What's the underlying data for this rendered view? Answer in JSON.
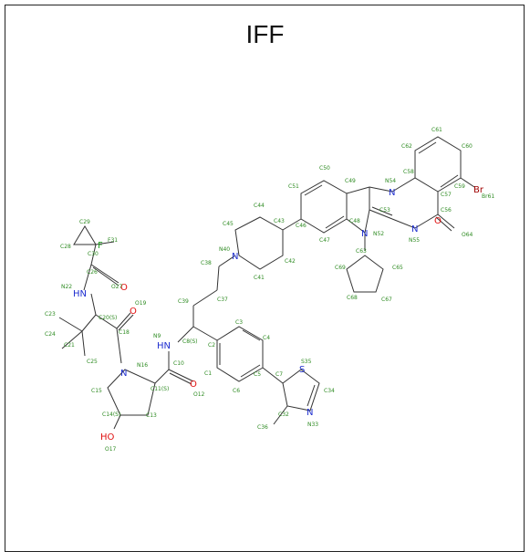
{
  "title": "IFF",
  "colors": {
    "carbon": "#2e8b22",
    "nitrogen": "#1f2fd0",
    "oxygen": "#e01010",
    "bromine": "#a00000",
    "fluorine": "#22a022",
    "bond": "#333333"
  },
  "atom_labels": [
    {
      "id": "F",
      "text": "F",
      "color": "fluorine"
    },
    {
      "id": "NH22",
      "text": "HN",
      "color": "nitrogen"
    },
    {
      "id": "O27",
      "text": "O",
      "color": "oxygen"
    },
    {
      "id": "O19",
      "text": "O",
      "color": "oxygen"
    },
    {
      "id": "N9",
      "text": "HN",
      "color": "nitrogen"
    },
    {
      "id": "N16",
      "text": "N",
      "color": "nitrogen"
    },
    {
      "id": "O12",
      "text": "O",
      "color": "oxygen"
    },
    {
      "id": "OH17",
      "text": "HO",
      "color": "oxygen"
    },
    {
      "id": "N40",
      "text": "N",
      "color": "nitrogen"
    },
    {
      "id": "N52",
      "text": "N",
      "color": "nitrogen"
    },
    {
      "id": "N54",
      "text": "N",
      "color": "nitrogen"
    },
    {
      "id": "N55",
      "text": "N",
      "color": "nitrogen"
    },
    {
      "id": "O64",
      "text": "O",
      "color": "oxygen"
    },
    {
      "id": "Br",
      "text": "Br",
      "color": "bromine"
    },
    {
      "id": "S35",
      "text": "S",
      "color": "nitrogen"
    },
    {
      "id": "N33",
      "text": "N",
      "color": "nitrogen"
    }
  ],
  "index_labels": [
    "C29",
    "C28",
    "F31",
    "C30",
    "C26",
    "O27",
    "N22",
    "C23",
    "C20(S)",
    "O19",
    "C24",
    "C21",
    "C25",
    "C18",
    "N9",
    "C8(S)",
    "N16",
    "C10",
    "C15",
    "C11(S)",
    "O12",
    "C14(S)",
    "C13",
    "O17",
    "C3",
    "C4",
    "C2",
    "C1",
    "C5",
    "C6",
    "C7",
    "S35",
    "C34",
    "C32",
    "N33",
    "C36",
    "C39",
    "C38",
    "C37",
    "N40",
    "C45",
    "C44",
    "C41",
    "C42",
    "C43",
    "C50",
    "C51",
    "C49",
    "C46",
    "C48",
    "C47",
    "N52",
    "C53",
    "N54",
    "N55",
    "C58",
    "C57",
    "C56",
    "O64",
    "C59",
    "Br61",
    "C60",
    "C61",
    "C62",
    "C63",
    "C69",
    "C65",
    "C68",
    "C67"
  ]
}
